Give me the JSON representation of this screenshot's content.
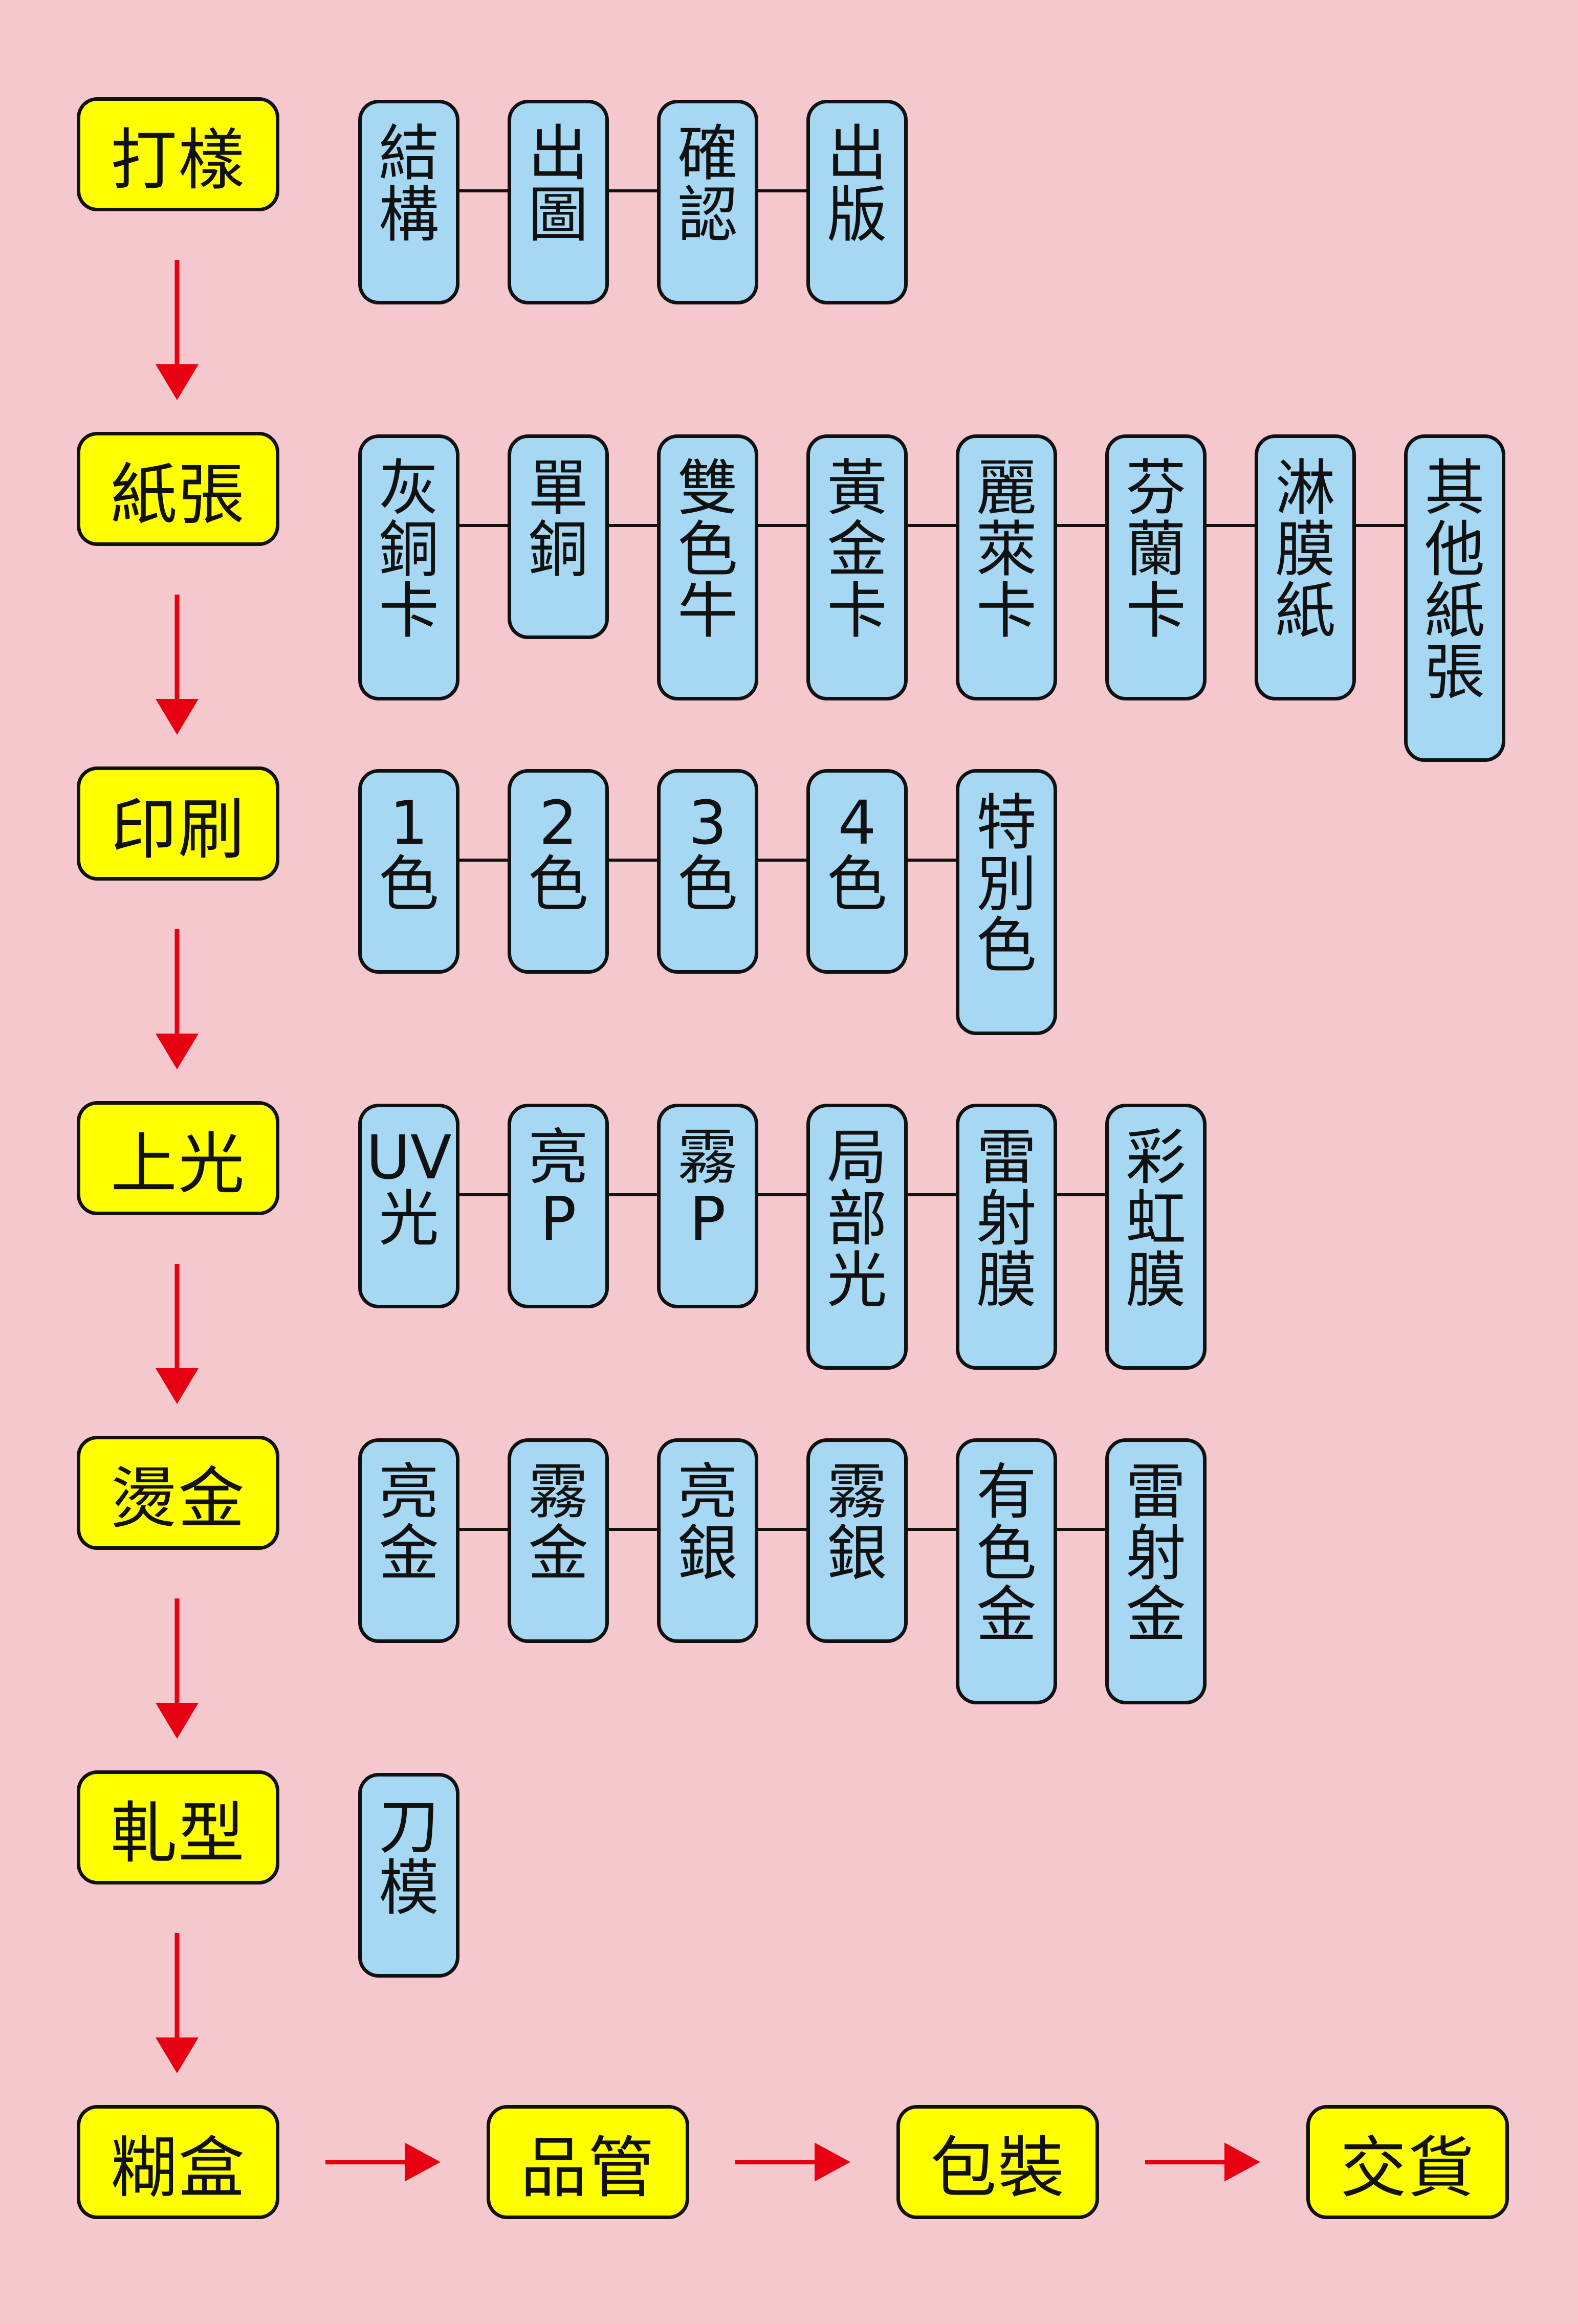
{
  "stages": [
    {
      "label": "打樣",
      "options": [
        [
          "結",
          "構"
        ],
        [
          "出",
          "圖"
        ],
        [
          "確",
          "認"
        ],
        [
          "出",
          "版"
        ]
      ]
    },
    {
      "label": "紙張",
      "options": [
        [
          "灰",
          "銅",
          "卡"
        ],
        [
          "單",
          "銅"
        ],
        [
          "雙",
          "色",
          "牛"
        ],
        [
          "黃",
          "金",
          "卡"
        ],
        [
          "麗",
          "萊",
          "卡"
        ],
        [
          "芬",
          "蘭",
          "卡"
        ],
        [
          "淋",
          "膜",
          "紙"
        ],
        [
          "其",
          "他",
          "紙",
          "張"
        ]
      ]
    },
    {
      "label": "印刷",
      "options": [
        [
          "1",
          "色"
        ],
        [
          "2",
          "色"
        ],
        [
          "3",
          "色"
        ],
        [
          "4",
          "色"
        ],
        [
          "特",
          "別",
          "色"
        ]
      ]
    },
    {
      "label": "上光",
      "options": [
        [
          "UV",
          "光"
        ],
        [
          "亮",
          "P"
        ],
        [
          "霧",
          "P"
        ],
        [
          "局",
          "部",
          "光"
        ],
        [
          "雷",
          "射",
          "膜"
        ],
        [
          "彩",
          "虹",
          "膜"
        ]
      ]
    },
    {
      "label": "燙金",
      "options": [
        [
          "亮",
          "金"
        ],
        [
          "霧",
          "金"
        ],
        [
          "亮",
          "銀"
        ],
        [
          "霧",
          "銀"
        ],
        [
          "有",
          "色",
          "金"
        ],
        [
          "雷",
          "射",
          "金"
        ]
      ]
    },
    {
      "label": "軋型",
      "options": [
        [
          "刀",
          "模"
        ]
      ]
    }
  ],
  "final_steps": [
    "糊盒",
    "品管",
    "包裝",
    "交貨"
  ],
  "colors": {
    "background": "#f5c8cd",
    "stage_fill": "#ffff00",
    "option_fill": "#a6d8f3",
    "arrow": "#e60012",
    "outline": "#111111"
  }
}
